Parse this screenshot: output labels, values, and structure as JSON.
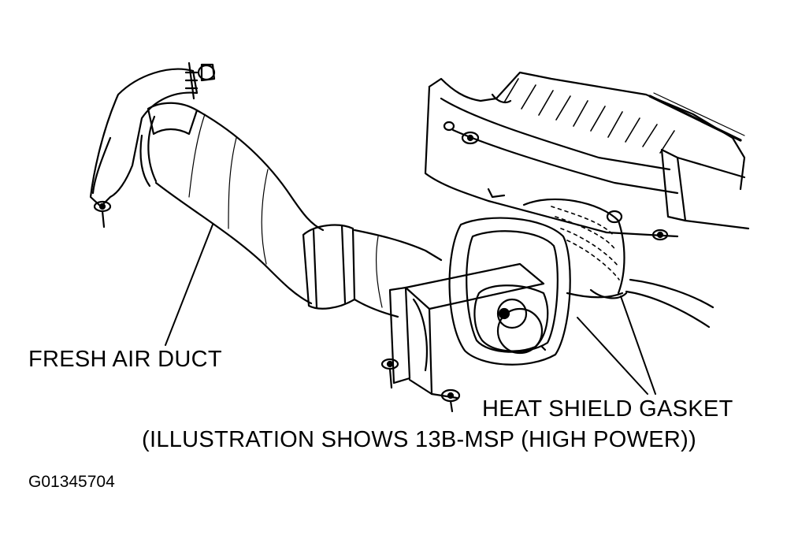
{
  "diagram": {
    "labels": {
      "fresh_air_duct": "FRESH AIR DUCT",
      "heat_shield_gasket": "HEAT SHIELD GASKET",
      "illustration_note": "(ILLUSTRATION SHOWS 13B-MSP (HIGH POWER))",
      "figure_id": "G01345704"
    },
    "colors": {
      "ink": "#000000",
      "paper": "#ffffff"
    }
  }
}
